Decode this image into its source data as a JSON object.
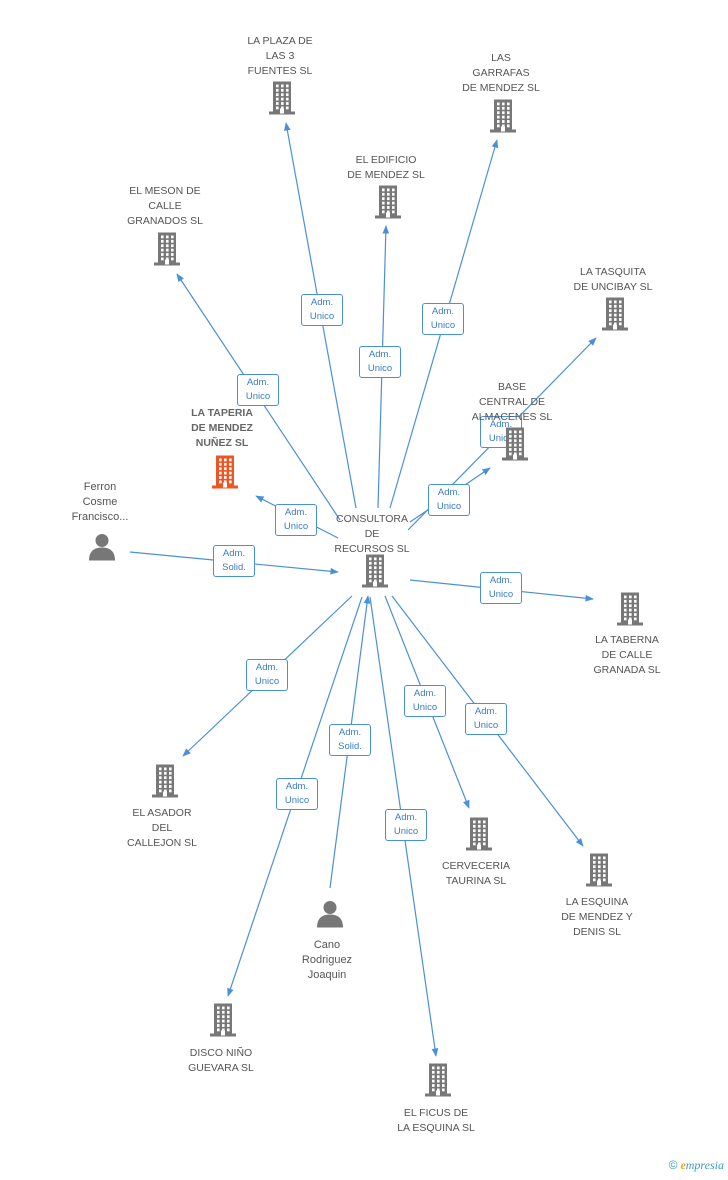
{
  "colors": {
    "edge": "#4a90d9",
    "building": "#777777",
    "highlight": "#ee5522",
    "person": "#777777"
  },
  "nodes": [
    {
      "id": "center",
      "type": "building",
      "label": "CONSULTORA\nDE\nRECURSOS SL",
      "name": "company-consultora-de-recursos"
    },
    {
      "id": "plaza",
      "type": "building",
      "label": "LA PLAZA DE\nLAS 3\nFUENTES SL",
      "name": "company-la-plaza-de-las-3-fuentes"
    },
    {
      "id": "garrafas",
      "type": "building",
      "label": "LAS\nGARRAFAS\nDE MENDEZ SL",
      "name": "company-las-garrafas-de-mendez"
    },
    {
      "id": "edificio",
      "type": "building",
      "label": "EL EDIFICIO\nDE MENDEZ SL",
      "name": "company-el-edificio-de-mendez"
    },
    {
      "id": "meson",
      "type": "building",
      "label": "EL MESON DE\nCALLE\nGRANADOS SL",
      "name": "company-el-meson-de-calle-granados"
    },
    {
      "id": "tasquita",
      "type": "building",
      "label": "LA TASQUITA\nDE UNCIBAY SL",
      "name": "company-la-tasquita-de-uncibay"
    },
    {
      "id": "base",
      "type": "building",
      "label": "BASE\nCENTRAL DE\nALMACENES SL",
      "name": "company-base-central-de-almacenes"
    },
    {
      "id": "taperia",
      "type": "building-highlight",
      "label": "LA TAPERIA\nDE MENDEZ\nNUÑEZ SL",
      "name": "company-la-taperia-de-mendez-nunez"
    },
    {
      "id": "ferron",
      "type": "person",
      "label": "Ferron\nCosme\nFrancisco...",
      "name": "person-ferron-cosme-francisco"
    },
    {
      "id": "taberna",
      "type": "building",
      "label": "LA TABERNA\nDE CALLE\nGRANADA SL",
      "name": "company-la-taberna-de-calle-granada"
    },
    {
      "id": "asador",
      "type": "building",
      "label": "EL ASADOR\nDEL\nCALLEJON SL",
      "name": "company-el-asador-del-callejon"
    },
    {
      "id": "cerveceria",
      "type": "building",
      "label": "CERVECERIA\nTAURINA SL",
      "name": "company-cerveceria-taurina"
    },
    {
      "id": "esquinaMendez",
      "type": "building",
      "label": "LA ESQUINA\nDE MENDEZ Y\nDENIS SL",
      "name": "company-la-esquina-de-mendez-y-denis"
    },
    {
      "id": "cano",
      "type": "person",
      "label": "Cano\nRodriguez\nJoaquin",
      "name": "person-cano-rodriguez-joaquin"
    },
    {
      "id": "disco",
      "type": "building",
      "label": "DISCO NIÑO\nGUEVARA SL",
      "name": "company-disco-nino-guevara"
    },
    {
      "id": "ficus",
      "type": "building",
      "label": "EL FICUS DE\nLA ESQUINA SL",
      "name": "company-el-ficus-de-la-esquina"
    }
  ],
  "edges": [
    {
      "from": "center",
      "to": "plaza",
      "label": [
        "Adm.",
        "Unico"
      ]
    },
    {
      "from": "center",
      "to": "garrafas",
      "label": [
        "Adm.",
        "Unico"
      ]
    },
    {
      "from": "center",
      "to": "edificio",
      "label": [
        "Adm.",
        "Unico"
      ]
    },
    {
      "from": "center",
      "to": "meson",
      "label": [
        "Adm.",
        "Unico"
      ]
    },
    {
      "from": "center",
      "to": "tasquita",
      "label": [
        "Adm.",
        "Unico"
      ]
    },
    {
      "from": "center",
      "to": "base",
      "label": [
        "Adm.",
        "Unico"
      ]
    },
    {
      "from": "center",
      "to": "taperia",
      "label": [
        "Adm.",
        "Unico"
      ]
    },
    {
      "from": "ferron",
      "to": "center",
      "label": [
        "Adm.",
        "Solid."
      ]
    },
    {
      "from": "center",
      "to": "taberna",
      "label": [
        "Adm.",
        "Unico"
      ]
    },
    {
      "from": "center",
      "to": "asador",
      "label": [
        "Adm.",
        "Unico"
      ]
    },
    {
      "from": "center",
      "to": "cerveceria",
      "label": [
        "Adm.",
        "Unico"
      ]
    },
    {
      "from": "center",
      "to": "esquinaMendez",
      "label": [
        "Adm.",
        "Unico"
      ]
    },
    {
      "from": "cano",
      "to": "center",
      "label": [
        "Adm.",
        "Solid."
      ]
    },
    {
      "from": "center",
      "to": "disco",
      "label": [
        "Adm.",
        "Unico"
      ]
    },
    {
      "from": "center",
      "to": "ficus",
      "label": [
        "Adm.",
        "Unico"
      ]
    }
  ],
  "brand": {
    "copyright": "©",
    "name_initial": "e",
    "name_rest": "mpresia"
  }
}
